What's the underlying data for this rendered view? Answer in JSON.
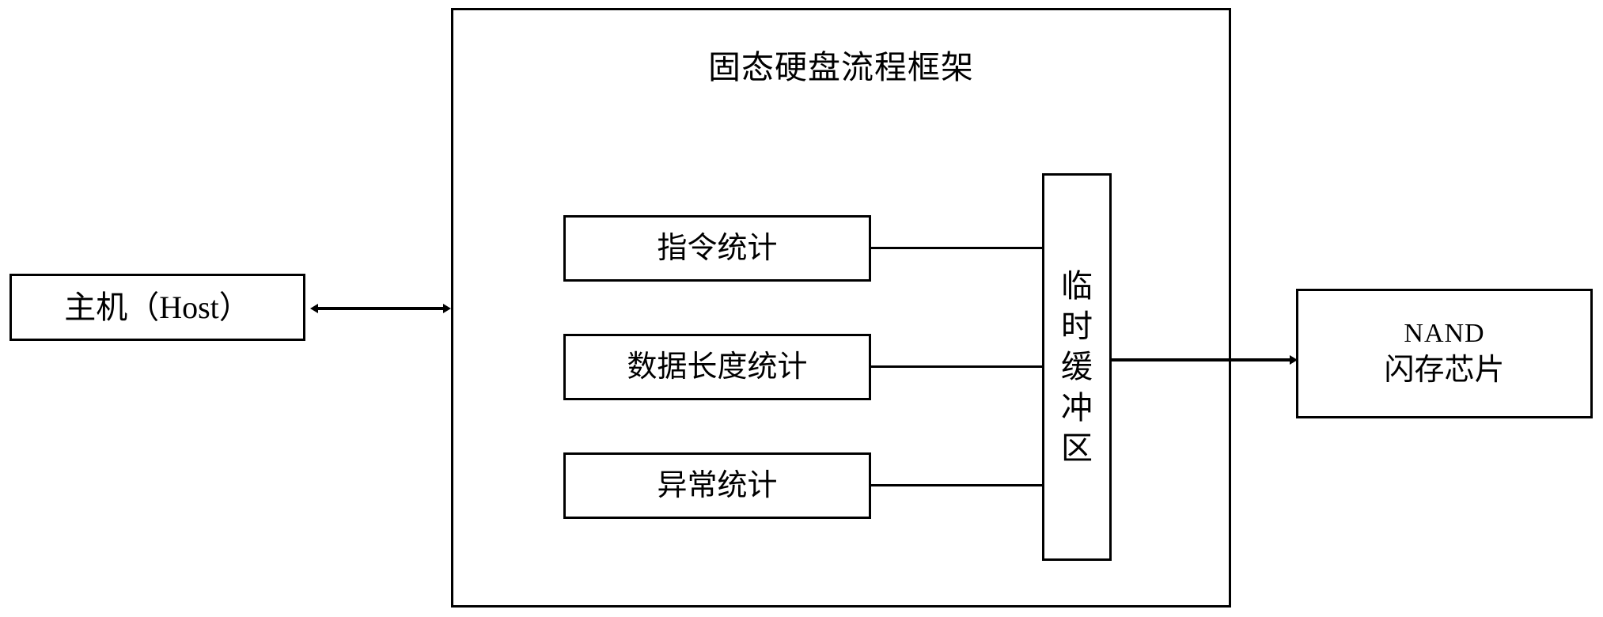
{
  "diagram": {
    "title": "固态硬盘流程框架",
    "stroke_color": "#000000",
    "background_color": "#ffffff"
  },
  "host": {
    "label": "主机（Host）"
  },
  "frame": {
    "title": "固态硬盘流程框架"
  },
  "stat_boxes": [
    {
      "label": "指令统计"
    },
    {
      "label": "数据长度统计"
    },
    {
      "label": "异常统计"
    }
  ],
  "buffer": {
    "label": "临时缓冲区",
    "chars": [
      "临",
      "时",
      "缓",
      "冲",
      "区"
    ]
  },
  "nand": {
    "line_1": "NAND",
    "line_2": "闪存芯片"
  },
  "arrows": {
    "host_to_frame": "bidirectional-arrow",
    "buffer_to_nand": "right-arrow"
  },
  "connectors": [
    "stat-to-buffer-line-1",
    "stat-to-buffer-line-2",
    "stat-to-buffer-line-3"
  ]
}
